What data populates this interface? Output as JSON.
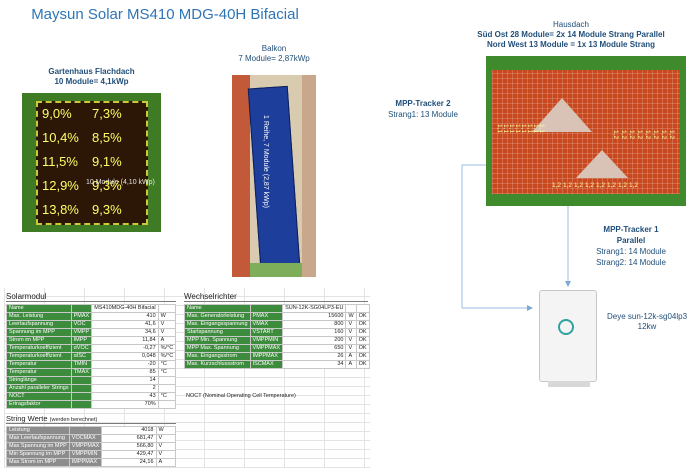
{
  "title": "Maysun Solar MS410 MDG-40H Bifacial",
  "garden": {
    "label1": "Gartenhaus Flachdach",
    "label2": "10 Module= 4,1kWp",
    "cells": [
      "9,0%",
      "7,3%",
      "10,4%",
      "8,5%",
      "11,5%",
      "9,1%",
      "12,9%",
      "9,3%",
      "13,8%",
      "9,3%"
    ],
    "note": "10 Module (4,10 kWp)"
  },
  "balkon": {
    "label1": "Balkon",
    "label2": "7 Module= 2,87kWp",
    "panel_text": "1 Reihe, 7 Module (2,87 kWp)"
  },
  "haus": {
    "label1": "Hausdach",
    "label2": "Süd Ost  28 Module= 2x 14 Module Strang Parallel",
    "label3": "Nord West 13 Module = 1x 13 Module  Strang",
    "roof_texts": [
      "1,1",
      "1,1",
      "1,1",
      "1,1",
      "1,1",
      "1,1",
      "1,1",
      "1,1",
      "1,2",
      "1,2",
      "1,2",
      "1,2",
      "1,2",
      "1,2",
      "1,2",
      "1,2",
      "1,2",
      "1,2",
      "1,2",
      "1,2",
      "1,2",
      "1,2",
      "1,2",
      "1,2"
    ]
  },
  "mpp2": {
    "title": "MPP-Tracker 2",
    "line1": "Strang1: 13 Module"
  },
  "mpp1": {
    "title": "MPP-Tracker 1",
    "line1": "Parallel",
    "line2": "Strang1: 14 Module",
    "line3": "Strang2: 14 Module"
  },
  "inverter": {
    "label1": "Deye sun-12k-sg04lp3",
    "label2": "12kw"
  },
  "solarmodul": {
    "header": "Solarmodul",
    "rows": [
      [
        "Name",
        "",
        "MS410MDG-40H Bifacial",
        ""
      ],
      [
        "Max. Leistung",
        "PMAX",
        "410",
        "W"
      ],
      [
        "Leerlaufspannung",
        "VOC",
        "41,6",
        "V"
      ],
      [
        "Spannung im MPP",
        "VMPP",
        "34,6",
        "V"
      ],
      [
        "Strom im MPP",
        "IMPP",
        "11,84",
        "A"
      ],
      [
        "Temperaturkoeffizient",
        "αVOC",
        "-0,27",
        "%/°C"
      ],
      [
        "Temperaturkoeffizient",
        "αISC",
        "0,048",
        "%/°C"
      ],
      [
        "Temperatur",
        "TMIN",
        "-20",
        "°C"
      ],
      [
        "Temperatur",
        "TMAX",
        "85",
        "°C"
      ],
      [
        "Stringlänge",
        "",
        "14",
        ""
      ],
      [
        "Anzahl paralleler Strings",
        "",
        "2",
        ""
      ],
      [
        "NOCT",
        "",
        "43",
        "°C"
      ],
      [
        "Ertragsfaktor",
        "",
        "70%",
        ""
      ]
    ]
  },
  "wechselrichter": {
    "header": "Wechselrichter",
    "rows": [
      [
        "Name",
        "",
        "SUN-12K-SG04LP3-EU",
        "",
        ""
      ],
      [
        "Max. Generatorleistung",
        "PMAX",
        "15600",
        "W",
        "OK"
      ],
      [
        "Max. Eingangsspannung",
        "VMAX",
        "800",
        "V",
        "OK"
      ],
      [
        "Startspannung",
        "VSTART",
        "160",
        "V",
        "OK"
      ],
      [
        "MPP Min. Spannung",
        "VMPPMIN",
        "200",
        "V",
        "OK"
      ],
      [
        "MPP Max. Spannung",
        "VMPPMAX",
        "650",
        "V",
        "OK"
      ],
      [
        "Max. Eingangsstrom",
        "IMPPMAX",
        "26",
        "A",
        "OK"
      ],
      [
        "Max. Kurzschlussstrom",
        "ISCMAX",
        "34",
        "A",
        "OK"
      ]
    ],
    "noct": "NOCT (Nominal Operating Cell Temperature)"
  },
  "stringwerte": {
    "header": "String Werte",
    "header_note": "(werden berechnet)",
    "rows": [
      [
        "Leistung",
        "",
        "4018",
        "W"
      ],
      [
        "Max Leerlaufspannung",
        "VOCMAX",
        "681,47",
        "V"
      ],
      [
        "Max Spannung im MPP",
        "VMPPMAX",
        "566,80",
        "V"
      ],
      [
        "Min Spannung im MPP",
        "VMPPMIN",
        "429,47",
        "V"
      ],
      [
        "Max Strom im MPP",
        "IMPPMAX",
        "24,16",
        "A"
      ]
    ]
  }
}
